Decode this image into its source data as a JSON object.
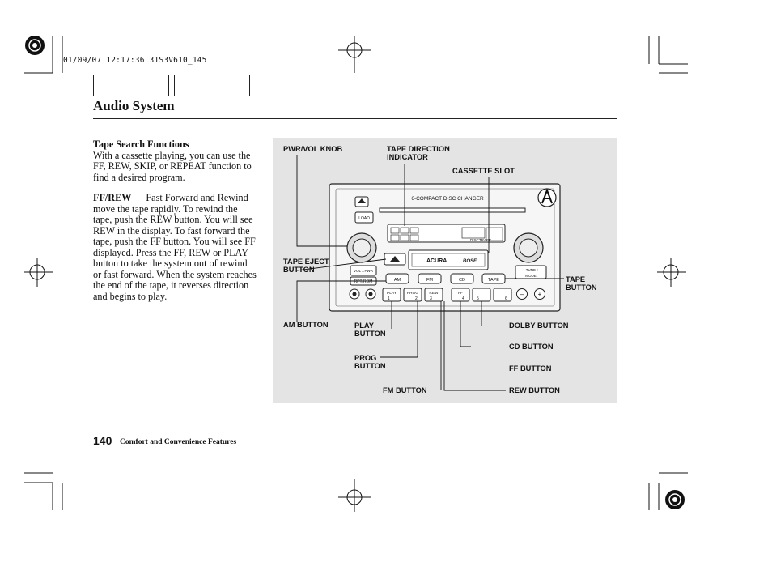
{
  "print_header": "01/09/07 12:17:36 31S3V610_145",
  "section_title": "Audio System",
  "subsection": {
    "heading": "Tape Search Functions",
    "intro": "With a cassette playing, you can use the FF, REW, SKIP, or REPEAT function to find a desired program.",
    "ff_rew_term": "FF/REW",
    "ff_rew_text": "Fast Forward and Rewind move the tape rapidly. To rewind the tape, push the REW button. You will see REW in the display. To fast forward the tape, push the FF button. You will see FF displayed. Press the FF, REW or PLAY button to take the system out of rewind or fast forward. When the system reaches the end of the tape, it reverses direction and begins to play."
  },
  "figure": {
    "callouts": {
      "pwr_vol_knob": "PWR/VOL KNOB",
      "tape_direction_1": "TAPE DIRECTION",
      "tape_direction_2": "INDICATOR",
      "cassette_slot": "CASSETTE SLOT",
      "tape_eject_1": "TAPE EJECT",
      "tape_eject_2": "BUTTON",
      "tape_button_1": "TAPE",
      "tape_button_2": "BUTTON",
      "am_button": "AM BUTTON",
      "play_button_1": "PLAY",
      "play_button_2": "BUTTON",
      "dolby_button": "DOLBY BUTTON",
      "cd_button": "CD BUTTON",
      "prog_button_1": "PROG",
      "prog_button_2": "BUTTON",
      "ff_button": "FF BUTTON",
      "fm_button": "FM BUTTON",
      "rew_button": "REW BUTTON"
    },
    "panel": {
      "changer_label": "6-COMPACT DISC CHANGER",
      "load": "LOAD",
      "brand": "ACURA",
      "bose": "BOSE",
      "btn_am": "AM",
      "btn_fm": "FM",
      "btn_cd": "CD",
      "btn_tape": "TAPE",
      "vol_pwr": "VOL→PWR",
      "rpt_rdm": "RPT/RDM",
      "preset_play": "PLAY",
      "preset_prog": "PROG",
      "preset_rew": "REW",
      "preset_ff": "FF",
      "n1": "1",
      "n2": "2",
      "n3": "3",
      "n4": "4",
      "n5": "5",
      "n6": "6",
      "tune": "– TUNE +",
      "mode": "MODE",
      "disc": "DISC",
      "track": "TRACK"
    }
  },
  "footer": {
    "page_number": "140",
    "section": "Comfort and Convenience Features"
  }
}
